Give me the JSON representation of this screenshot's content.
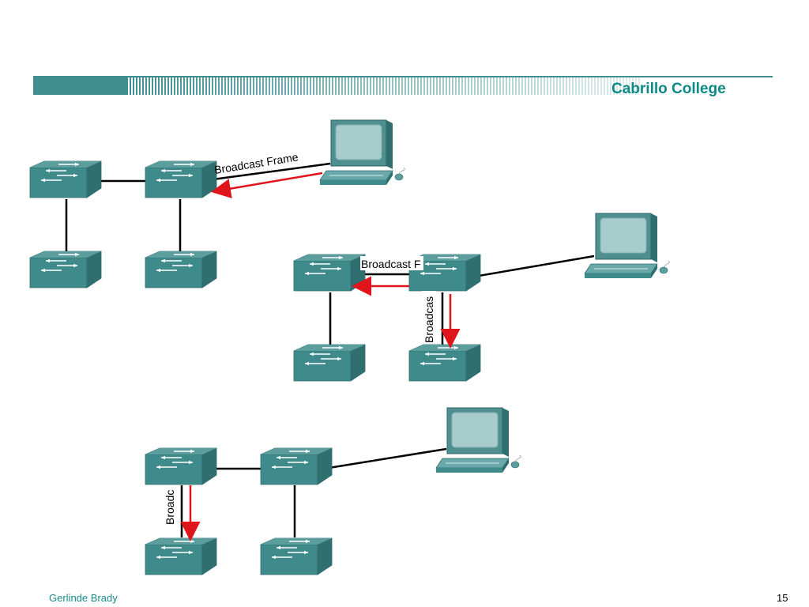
{
  "header": {
    "brand": "Cabrillo College"
  },
  "diagram": {
    "scenes": [
      {
        "label": "Broadcast Frame"
      },
      {
        "label_horizontal": "Broadcast F",
        "label_vertical": "Broadcas"
      },
      {
        "label_vertical": "Broadc"
      }
    ]
  },
  "footer": {
    "author": "Gerlinde Brady",
    "page_number": "15"
  },
  "colors": {
    "teal": "#3f8f90",
    "switch_top": "#5aa0a1",
    "switch_front": "#3d8686",
    "arrow_red": "#e0141b",
    "brand_text": "#0e8a86",
    "footer_text": "#1a8a86"
  }
}
